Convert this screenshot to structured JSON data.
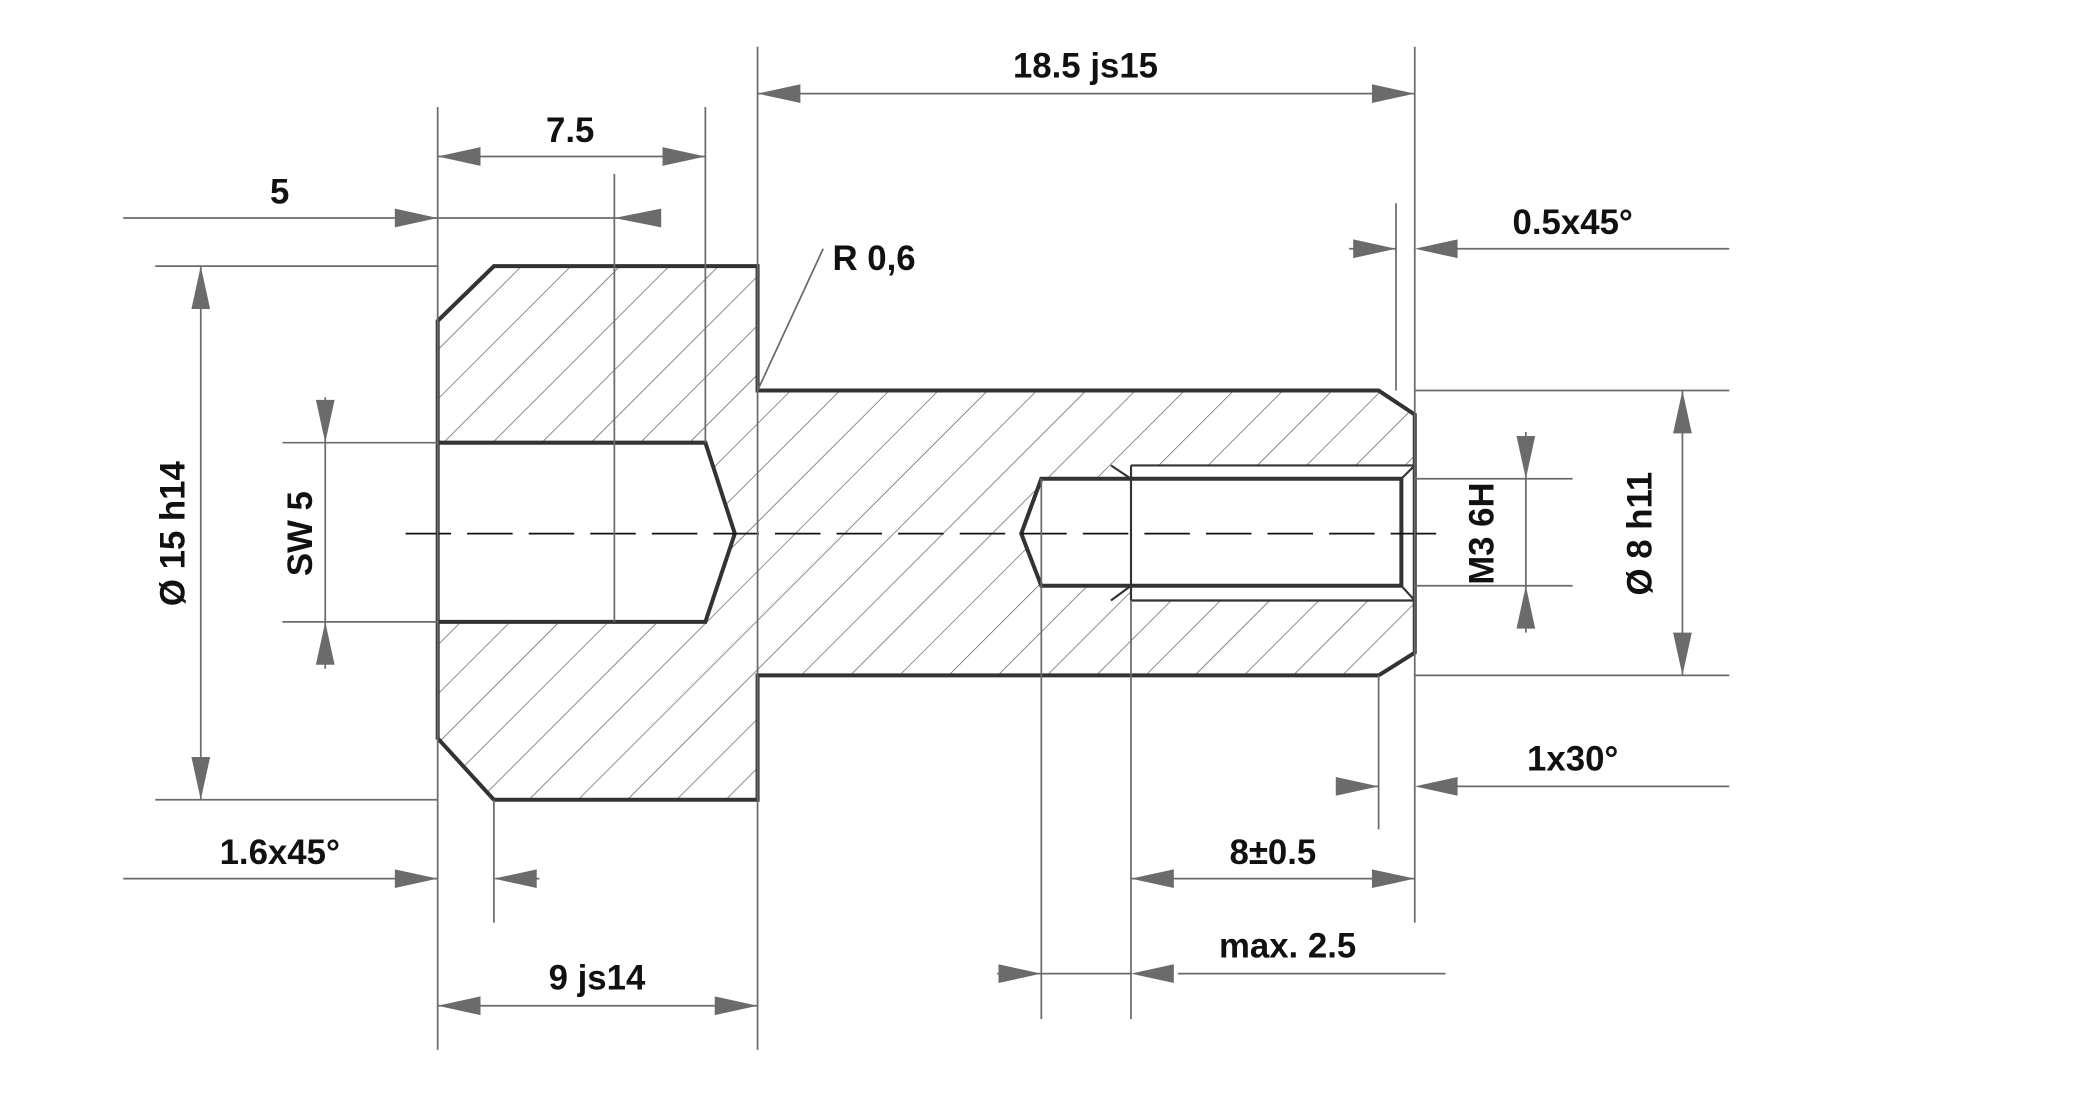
{
  "drawing": {
    "title": "Screw cross-section technical drawing",
    "dimensions": {
      "overall_shaft_length": "18.5 js15",
      "socket_depth": "7.5",
      "hex_key_depth": "5",
      "fillet_radius": "R 0,6",
      "end_chamfer": "0.5x45°",
      "head_diameter": "Ø 15 h14",
      "socket_size": "SW 5",
      "thread": "M3 6H",
      "shaft_diameter": "Ø 8 h11",
      "bore_chamfer": "1x30°",
      "head_chamfer": "1.6x45°",
      "thread_length": "8±0.5",
      "thread_runout": "max. 2.5",
      "head_length": "9 js14"
    },
    "colors": {
      "outline": "#333333",
      "dimension": "#6b6b6b",
      "text": "#111111"
    }
  }
}
